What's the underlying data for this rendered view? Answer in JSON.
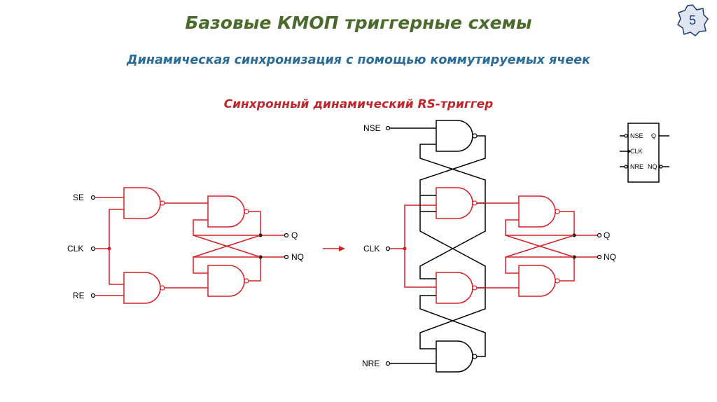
{
  "title": "Базовые КМОП триггерные схемы",
  "subtitle": "Динамическая синхронизация с помощью коммутируемых ячеек",
  "heading": "Синхронный динамический RS-триггер",
  "slide_number": "5",
  "colors": {
    "title": "#4b6b2c",
    "subtitle": "#2a6c99",
    "heading": "#c0272d",
    "wire_red": "#d42027",
    "wire_black": "#000000",
    "badge": "#1f3b6b"
  },
  "left_circuit": {
    "inputs": [
      "SE",
      "CLK",
      "RE"
    ],
    "outputs": [
      "Q",
      "NQ"
    ]
  },
  "right_circuit": {
    "inputs": [
      "NSE",
      "CLK",
      "NRE"
    ],
    "outputs": [
      "Q",
      "NQ"
    ]
  },
  "symbol": {
    "pins_left": [
      "NSE",
      "CLK",
      "NRE"
    ],
    "pins_right": [
      "Q",
      "NQ"
    ]
  }
}
